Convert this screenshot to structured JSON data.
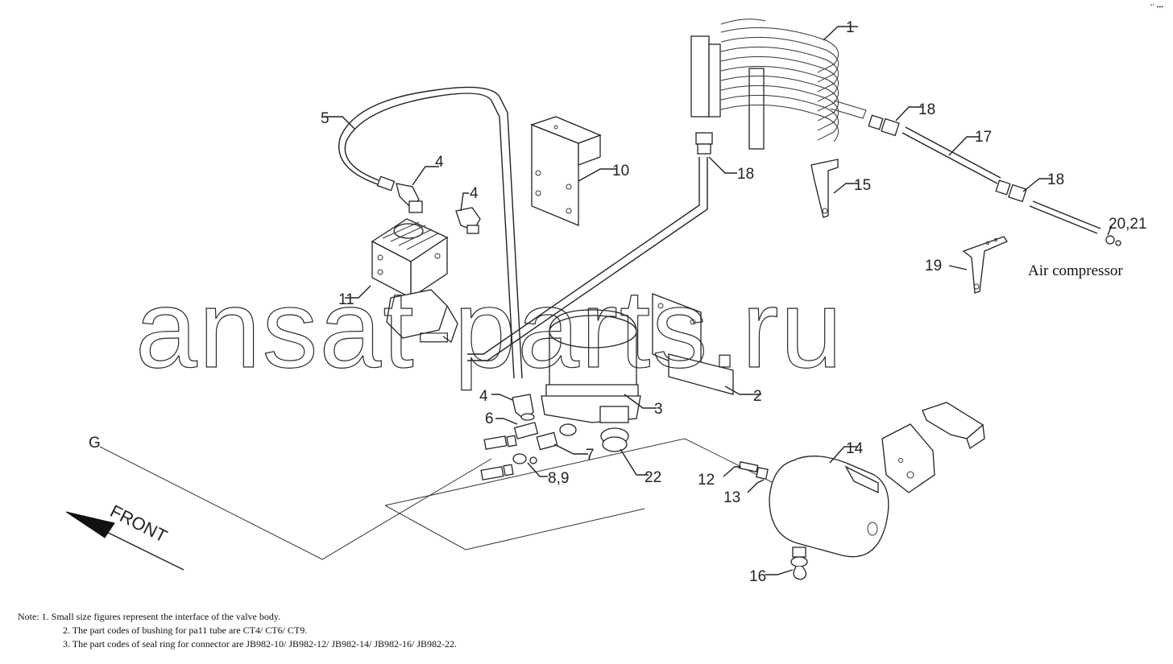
{
  "callouts": {
    "c1": "1",
    "c2": "2",
    "c3": "3",
    "c4a": "4",
    "c4b": "4",
    "c4c": "4",
    "c5": "5",
    "c6": "6",
    "c7": "7",
    "c89": "8,9",
    "c10": "10",
    "c11": "11",
    "c12": "12",
    "c13": "13",
    "c14": "14",
    "c15": "15",
    "c16": "16",
    "c17": "17",
    "c18a": "18",
    "c18b": "18",
    "c18c": "18",
    "c19": "19",
    "c2021": "20,21",
    "c22": "22",
    "cG": "G"
  },
  "labels": {
    "air_compressor": "Air compressor",
    "front": "FRONT",
    "watermark": "ansat-parts.ru",
    "corner_mark": "°˚ •••"
  },
  "notes": {
    "line1": "Note: 1. Small size figures represent the interface of the valve body.",
    "line2": "2. The part codes of bushing for pa11 tube are CT4/ CT6/ CT9.",
    "line3": "3. The part codes of seal ring for connector are JB982-10/ JB982-12/ JB982-14/ JB982-16/ JB982-22."
  }
}
